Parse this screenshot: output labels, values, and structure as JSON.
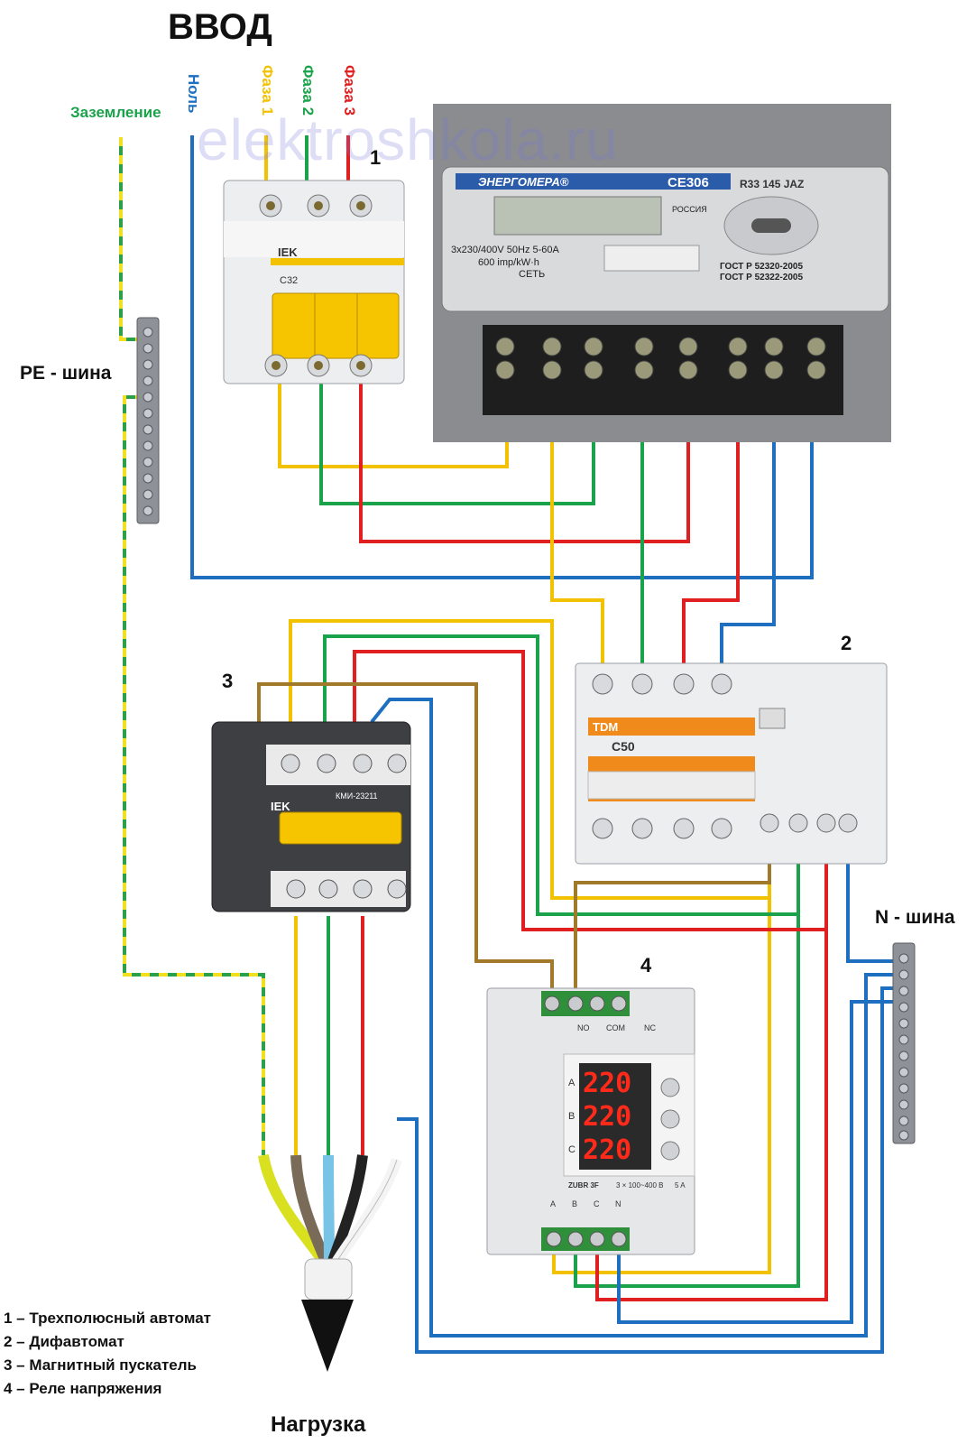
{
  "title": "ВВОД",
  "watermark": "elektroshkola.ru",
  "inputs": {
    "earth": "Заземление",
    "neutral": "Ноль",
    "phase1": "Фаза 1",
    "phase2": "Фаза 2",
    "phase3": "Фаза 3"
  },
  "buses": {
    "pe": "PE - шина",
    "n": "N - шина"
  },
  "load": "Нагрузка",
  "device_numbers": [
    "1",
    "2",
    "3",
    "4"
  ],
  "legend": [
    "1 – Трехполюсный автомат",
    "2 – Дифавтомат",
    "3 – Магнитный пускатель",
    "4 – Реле напряжения"
  ],
  "breaker": {
    "brand": "IEK",
    "rating": "C32"
  },
  "meter": {
    "brand": "ЭНЕРГОМЕРА®",
    "model": "CE306",
    "code": "R33 145 JAZ",
    "spec": "3x230/400V  50Hz  5-60A",
    "imp": "600 imp/kW·h",
    "net": "СЕТЬ",
    "gost1": "ГОСТ Р 52320-2005",
    "gost2": "ГОСТ Р 52322-2005",
    "country": "РОССИЯ"
  },
  "rcbo": {
    "brand": "TDM",
    "rating": "C50"
  },
  "contactor": {
    "brand": "IEK",
    "model": "КМИ-23211"
  },
  "relay": {
    "readings": [
      "220",
      "220",
      "220"
    ],
    "phases": [
      "A",
      "B",
      "C"
    ],
    "model": "ZUBR 3F",
    "spec": "3 × 100~400 B",
    "current": "5 A",
    "contacts": [
      "NO",
      "COM",
      "NC"
    ],
    "terminals": [
      "A",
      "B",
      "C",
      "N"
    ]
  },
  "colors": {
    "phase1": "#f2c200",
    "phase2": "#1aa34a",
    "phase3": "#e02020",
    "neutral": "#1f6fc0",
    "control": "#a07a2a",
    "earth_green": "#2aa04a",
    "earth_yellow": "#f0e020"
  }
}
